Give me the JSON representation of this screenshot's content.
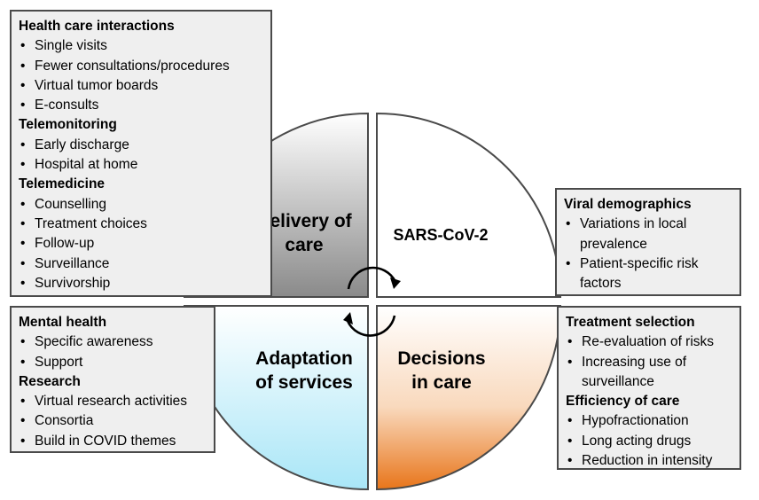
{
  "quadrants": {
    "delivery": {
      "line1": "Delivery of",
      "line2": "care"
    },
    "sars": {
      "label": "SARS-CoV-2"
    },
    "adaptation": {
      "line1": "Adaptation",
      "line2": "of services"
    },
    "decisions": {
      "line1": "Decisions",
      "line2": "in care"
    }
  },
  "boxes": {
    "top_left": [
      {
        "heading": "Health care interactions",
        "items": [
          "Single visits",
          "Fewer consultations/procedures",
          "Virtual tumor boards",
          "E-consults"
        ]
      },
      {
        "heading": "Telemonitoring",
        "items": [
          "Early discharge",
          "Hospital at home"
        ]
      },
      {
        "heading": "Telemedicine",
        "items": [
          "Counselling",
          "Treatment choices",
          "Follow-up",
          "Surveillance",
          "Survivorship"
        ]
      }
    ],
    "top_right": [
      {
        "heading": "Viral demographics",
        "items": [
          "Variations in local prevalence",
          "Patient-specific risk factors"
        ]
      }
    ],
    "bottom_left": [
      {
        "heading": "Mental health",
        "items": [
          "Specific awareness",
          "Support"
        ]
      },
      {
        "heading": "Research",
        "items": [
          "Virtual research activities",
          "Consortia",
          "Build in COVID themes"
        ]
      }
    ],
    "bottom_right": [
      {
        "heading": "Treatment selection",
        "items": [
          "Re-evaluation of risks",
          "Increasing use of surveillance"
        ]
      },
      {
        "heading": "Efficiency of care",
        "items": [
          "Hypofractionation",
          "Long acting drugs",
          "Reduction in intensity"
        ]
      }
    ]
  },
  "colors": {
    "delivery_top": "#ffffff",
    "delivery_bottom": "#8a8a8a",
    "adaptation_top": "#ffffff",
    "adaptation_bottom": "#a9e6f7",
    "decisions_top": "#ffffff",
    "decisions_bottom": "#e8751a",
    "outline": "#4a4a4a",
    "box_fill": "#efefef"
  },
  "icons": {
    "cycle": "circular-arrows-icon"
  }
}
